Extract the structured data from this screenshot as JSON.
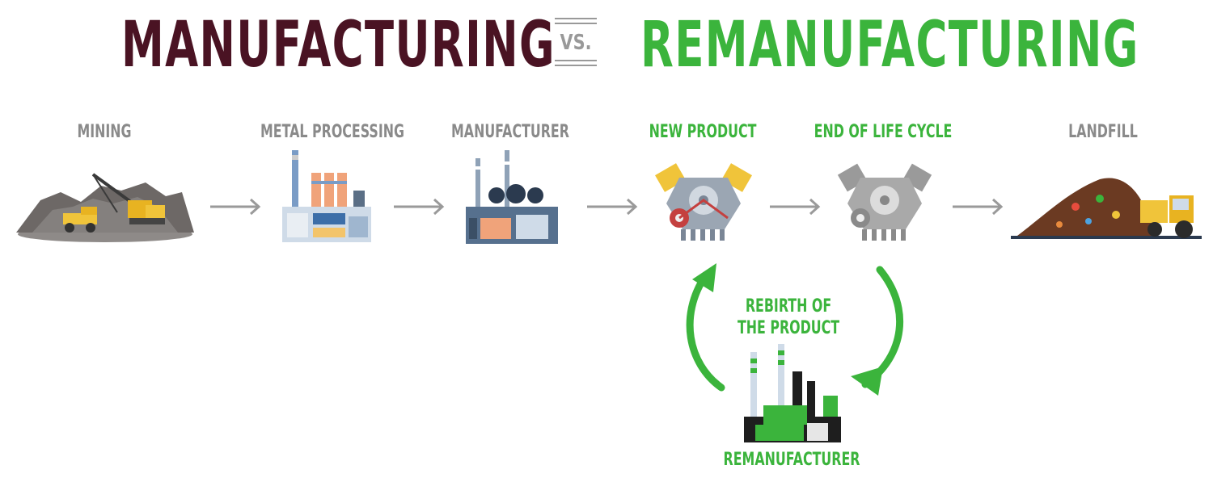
{
  "header": {
    "left_title": "MANUFACTURING",
    "vs": "VS.",
    "right_title": "REMANUFACTURING"
  },
  "stages": [
    {
      "label": "MINING",
      "icon": "mining-excavator-icon"
    },
    {
      "label": "METAL PROCESSING",
      "icon": "metal-processing-plant-icon"
    },
    {
      "label": "MANUFACTURER",
      "icon": "factory-icon"
    },
    {
      "label": "NEW PRODUCT",
      "icon": "engine-new-icon"
    },
    {
      "label": "END OF LIFE CYCLE",
      "icon": "engine-worn-icon"
    },
    {
      "label": "LANDFILL",
      "icon": "landfill-bulldozer-icon"
    }
  ],
  "loop": {
    "rebirth_line1": "REBIRTH OF",
    "rebirth_line2": "THE PRODUCT",
    "remanufacturer_label": "REMANUFACTURER",
    "remanufacturer_icon": "remanufacturing-plant-icon"
  },
  "colors": {
    "manufacturing": "#4a1323",
    "remanufacturing": "#3bb43c",
    "neutral_label": "#8a8a8a",
    "arrow": "#9a9a9a"
  }
}
